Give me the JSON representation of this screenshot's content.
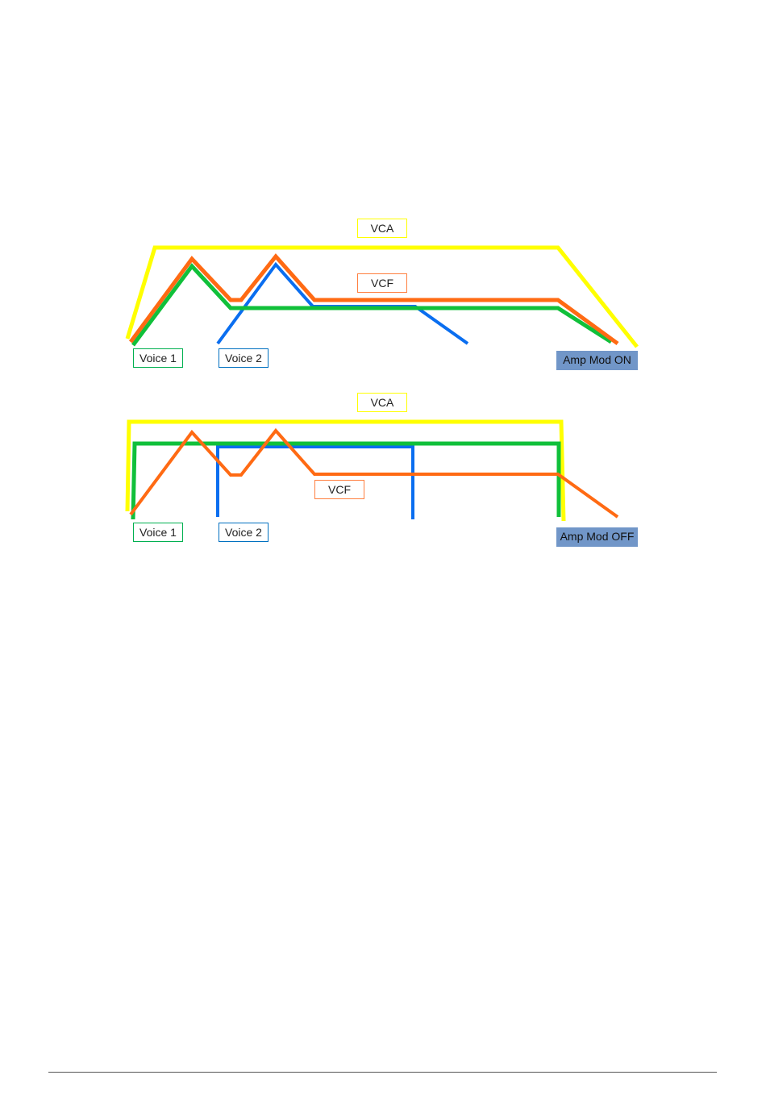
{
  "colors": {
    "vca": "#ffff00",
    "vcf": "#ff6a13",
    "voice1": "#10c03a",
    "voice2": "#0a6ef0",
    "mode_badge": "#7196c8"
  },
  "diagrams": [
    {
      "labels": {
        "vca": "VCA",
        "vcf": "VCF",
        "voice1": "Voice 1",
        "voice2": "Voice 2",
        "mode": "Amp Mod ON"
      }
    },
    {
      "labels": {
        "vca": "VCA",
        "vcf": "VCF",
        "voice1": "Voice 1",
        "voice2": "Voice 2",
        "mode": "Amp Mod OFF"
      }
    }
  ]
}
